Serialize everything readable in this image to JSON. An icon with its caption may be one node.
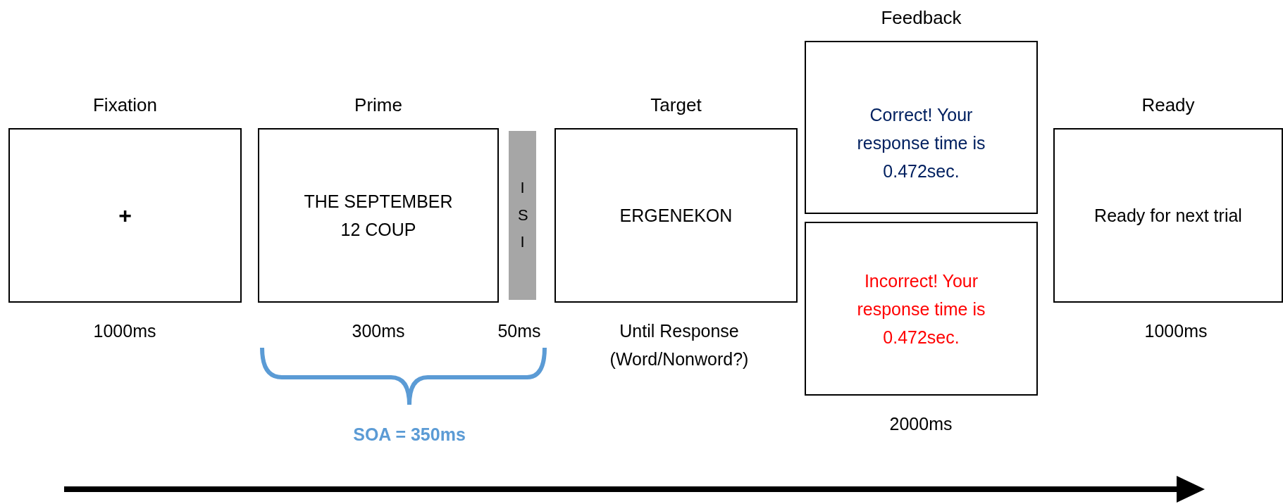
{
  "diagram": {
    "nodes": [
      {
        "text": [
          "Fixation",
          "+"
        ],
        "beside": [
          "1000ms"
        ]
      },
      {
        "text": [
          "Prime",
          "THE SEPTEMBER 12 COUP"
        ],
        "beside": [
          "300ms"
        ]
      },
      {
        "text": [
          "ISI"
        ],
        "beside": [
          "50ms"
        ]
      },
      {
        "text": [
          "Target",
          "ERGENEKON"
        ],
        "beside": [
          "Until Response (Word/Nonword?)"
        ]
      },
      {
        "text": [
          "Feedback",
          "Correct! Your response time is 0.472sec."
        ]
      },
      {
        "text": [
          "Incorrect! Your response time is 0.472sec."
        ],
        "beside": [
          "2000ms"
        ]
      },
      {
        "text": [
          "Ready",
          "Ready for next trial"
        ],
        "beside": [
          "1000ms"
        ]
      }
    ],
    "labels": [
      "SOA = 350ms"
    ]
  }
}
